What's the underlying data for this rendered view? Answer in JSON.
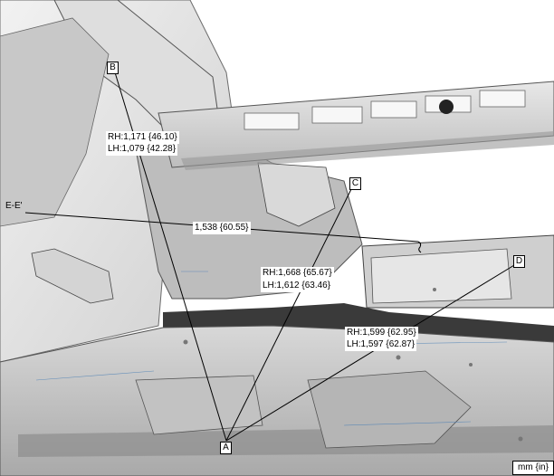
{
  "diagram": {
    "section_label": "E-E'",
    "points": {
      "A": "A",
      "B": "B",
      "C": "C",
      "D": "D"
    },
    "measurements": {
      "b_rh": "RH:1,171 {46.10}",
      "b_lh": "LH:1,079 {42.28}",
      "ee": "1,538 {60.55}",
      "c_rh": "RH:1,668 {65.67}",
      "c_lh": "LH:1,612 {63.46}",
      "d_rh": "RH:1,599 {62.95}",
      "d_lh": "LH:1,597 {62.87}"
    },
    "unit": "mm {in}"
  }
}
